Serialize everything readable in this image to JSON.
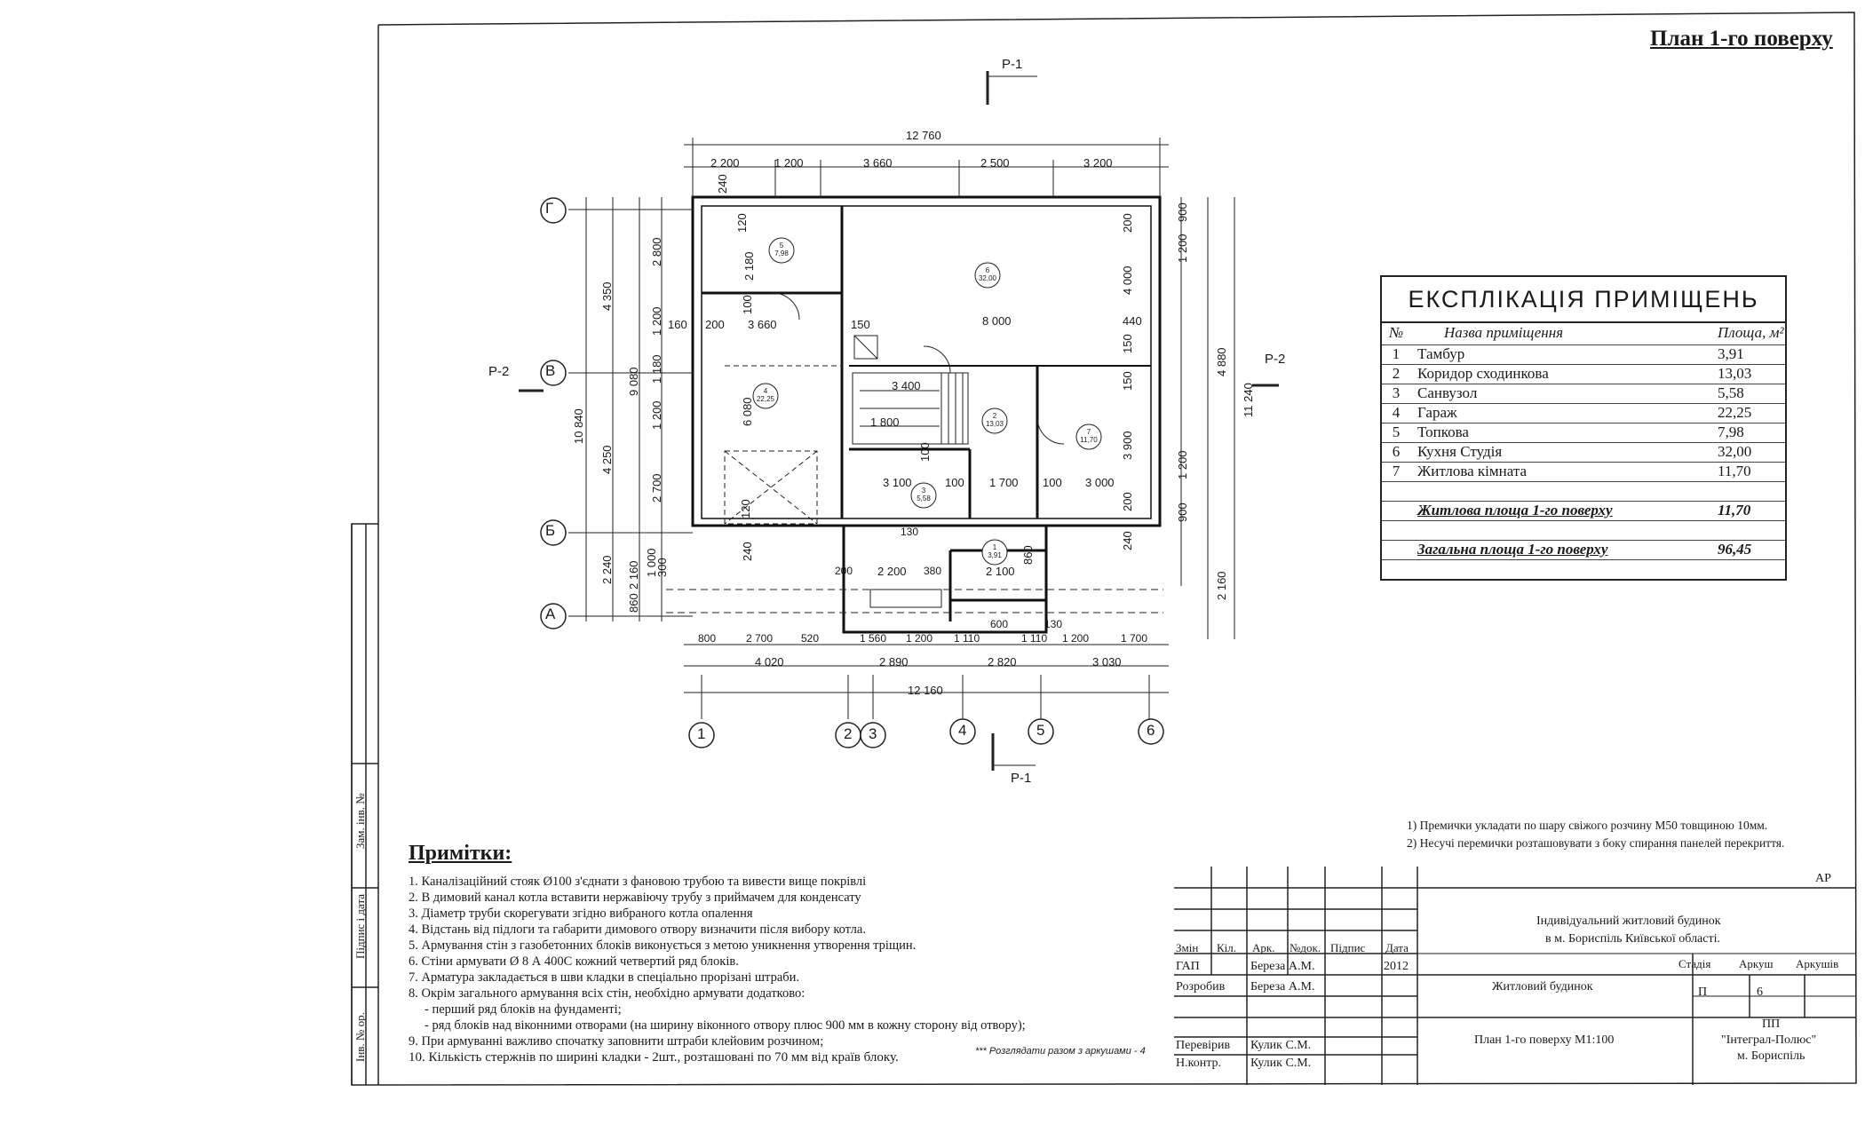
{
  "sheet_title": "План 1-го поверху",
  "explication": {
    "title": "ЕКСПЛІКАЦІЯ ПРИМІЩЕНЬ",
    "col_num": "№",
    "col_name": "Назва приміщення",
    "col_area": "Площа, м²",
    "rooms": [
      {
        "num": "1",
        "name": "Тамбур",
        "area": "3,91"
      },
      {
        "num": "2",
        "name": "Коридор сходинкова",
        "area": "13,03"
      },
      {
        "num": "3",
        "name": "Санвузол",
        "area": "5,58"
      },
      {
        "num": "4",
        "name": "Гараж",
        "area": "22,25"
      },
      {
        "num": "5",
        "name": "Топкова",
        "area": "7,98"
      },
      {
        "num": "6",
        "name": "Кухня Студія",
        "area": "32,00"
      },
      {
        "num": "7",
        "name": "Житлова кімната",
        "area": "11,70"
      }
    ],
    "living_label": "Житлова площа 1-го поверху",
    "living_value": "11,70",
    "total_label": "Загальна площа 1-го поверху",
    "total_value": "96,45"
  },
  "notes": {
    "title": "Примітки:",
    "items": [
      "1. Каналізаційний стояк Ø100 з'єднати з фановою трубою та вивести вище покрівлі",
      "2. В димовий канал котла вставити нержавіючу трубу з приймачем для конденсату",
      "3. Діаметр труби скорегувати згідно вибраного котла опалення",
      "4. Відстань від підлоги та габарити димового отвору визначити після вибору котла.",
      "5. Армування стін з газобетонних блоків виконується з метою уникнення утворення тріщин.",
      "6. Стіни армувати Ø 8 А 400С кожний четвертий ряд блоків.",
      "7. Арматура закладається в шви кладки в спеціально прорізані штраби.",
      "8. Окрім загального армування всіх стін, необхідно армувати додатково:",
      "- перший ряд блоків на фундаменті;",
      "- ряд блоків над віконними отворами (на ширину віконного отвору плюс 900 мм в кожну сторону від отвору);",
      "9. При армуванні важливо спочатку заповнити штраби клейовим розчином;",
      "10. Кількість стержнів по ширині кладки - 2шт., розташовані по 70 мм від країв блоку."
    ],
    "ref": "*** Розглядати разом з аркушами - 4"
  },
  "right_notes": [
    "1) Премички укладати по шару свіжого розчину М50 товщиною 10мм.",
    "2) Несучі перемички розташовувати з боку спирання панелей перекриття."
  ],
  "title_block": {
    "code": "АР",
    "project_line1": "Індивідуальний житловий будинок",
    "project_line2": "в м. Бориспіль Київської області.",
    "headers": [
      "Змін",
      "Кіл.",
      "Арк.",
      "№док.",
      "Підпис",
      "Дата"
    ],
    "rows": [
      {
        "role": "ГАП",
        "name": "Береза А.М.",
        "date": "2012"
      },
      {
        "role": "Розробив",
        "name": "Береза А.М."
      },
      {
        "role": "Перевірив",
        "name": "Кулик С.М."
      },
      {
        "role": "Н.контр.",
        "name": "Кулик С.М."
      }
    ],
    "object": "Житловий будинок",
    "stage_label": "Стадія",
    "sheet_label": "Аркуш",
    "sheets_label": "Аркушів",
    "stage": "П",
    "sheet": "6",
    "drawing": "План 1-го поверху М1:100",
    "org1": "ПП",
    "org2": "\"Інтеграл-Полюс\"",
    "org3": "м. Бориспіль"
  },
  "sidebar": {
    "inv": "Інв. № ор.",
    "sign": "Підпис і дата",
    "zam": "Зам. інв. №"
  },
  "section_marks": {
    "p1": "Р-1",
    "p2": "Р-2"
  },
  "axes": {
    "letters": [
      "Г",
      "В",
      "Б",
      "А"
    ],
    "numbers": [
      "1",
      "2",
      "3",
      "4",
      "5",
      "6"
    ]
  },
  "dims": {
    "top_total": "12 760",
    "top": [
      "2 200",
      "1 200",
      "3 660",
      "2 500",
      "3 200"
    ],
    "bottom_row1": [
      "800",
      "2 700",
      "520",
      "1 560",
      "1 200",
      "1 110",
      "600",
      "1 110",
      "1 200",
      "1 700"
    ],
    "bottom_row2": [
      "4 020",
      "2 890",
      "2 820",
      "3 030"
    ],
    "bottom_total": "12 160",
    "left_outer": "10 840",
    "left_mid": [
      "4 350",
      "4 250",
      "2 240"
    ],
    "left_inner": [
      "9 080",
      "2 160",
      "860"
    ],
    "left_ladder": [
      "2 800",
      "1 200",
      "1 180",
      "1 200",
      "2 700",
      "1 000",
      "300"
    ],
    "right_total": "11 240",
    "right_mid": [
      "4 880",
      "2 160"
    ],
    "right_ladder": [
      "900",
      "1 200",
      "1 200",
      "900"
    ],
    "interior": [
      "3 660",
      "150",
      "8 000",
      "440",
      "200",
      "160",
      "2 180",
      "120",
      "100",
      "240",
      "6 080",
      "120",
      "240",
      "4 000",
      "200",
      "150",
      "3 400",
      "1 800",
      "3 100",
      "100",
      "1 700",
      "100",
      "3 000",
      "150",
      "3 900",
      "200",
      "130",
      "200",
      "2 200",
      "380",
      "2 100",
      "860",
      "130",
      "240",
      "100"
    ]
  },
  "rooms_plan": [
    {
      "n": "5",
      "a": "7,98"
    },
    {
      "n": "6",
      "a": "32,00"
    },
    {
      "n": "4",
      "a": "22,25"
    },
    {
      "n": "2",
      "a": "13,03"
    },
    {
      "n": "7",
      "a": "11,70"
    },
    {
      "n": "3",
      "a": "5,58"
    },
    {
      "n": "1",
      "a": "3,91"
    }
  ]
}
